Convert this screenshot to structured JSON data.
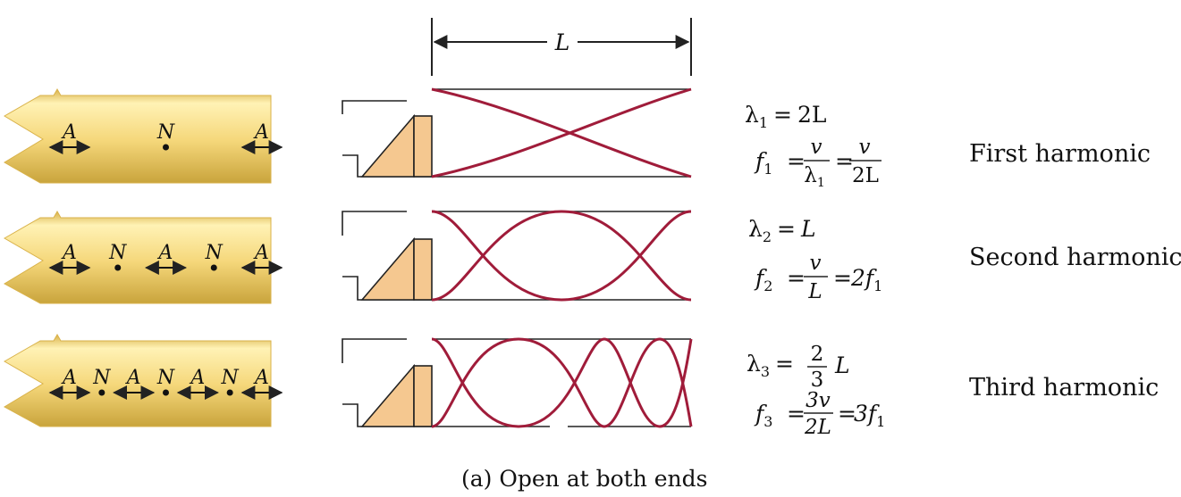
{
  "figure": {
    "caption": "(a) Open at both ends",
    "length_label": "L",
    "colors": {
      "pipe_body": "#f5d77a",
      "pipe_highlight": "#fff2b5",
      "pipe_shadow": "#c9a43c",
      "wave": "#a01c3a",
      "mouthpiece": "#f5c890",
      "line": "#222222"
    }
  },
  "rows": [
    {
      "name": "First harmonic",
      "markers": [
        "A",
        "N",
        "A"
      ],
      "wavelength": {
        "lhs": "λ",
        "sub": "1",
        "rhs": "2L"
      },
      "frequency": {
        "lhs": "f",
        "sub": "1",
        "frac1_num": "v",
        "frac1_den": "λ",
        "frac1_den_sub": "1",
        "frac2_num": "v",
        "frac2_den": "2L"
      }
    },
    {
      "name": "Second harmonic",
      "markers": [
        "A",
        "N",
        "A",
        "N",
        "A"
      ],
      "wavelength": {
        "lhs": "λ",
        "sub": "2",
        "rhs": "L"
      },
      "frequency": {
        "lhs": "f",
        "sub": "2",
        "frac1_num": "v",
        "frac1_den": "L",
        "rhs": "2f",
        "rhs_sub": "1"
      }
    },
    {
      "name": "Third harmonic",
      "markers": [
        "A",
        "N",
        "A",
        "N",
        "A",
        "N",
        "A"
      ],
      "wavelength": {
        "lhs": "λ",
        "sub": "3",
        "frac_num": "2",
        "frac_den": "3",
        "rhs": "L"
      },
      "frequency": {
        "lhs": "f",
        "sub": "3",
        "frac1_num": "3v",
        "frac1_den": "2L",
        "rhs": "3f",
        "rhs_sub": "1"
      }
    }
  ],
  "equals": "="
}
